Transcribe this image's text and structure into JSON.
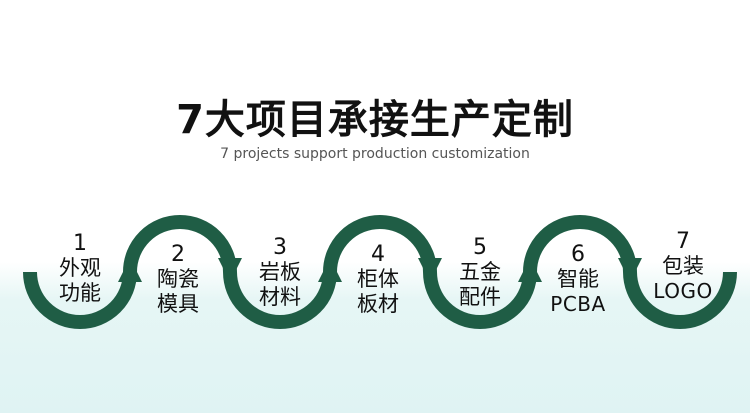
{
  "title": "7大项目承接生产定制",
  "subtitle": "7 projects support production customization",
  "colors": {
    "wave": "#1f5d45",
    "band": "#dff3f3",
    "text": "#111111",
    "subtitle": "#555555"
  },
  "steps": [
    {
      "num": "1",
      "line1": "外观",
      "line2": "功能"
    },
    {
      "num": "2",
      "line1": "陶瓷",
      "line2": "模具"
    },
    {
      "num": "3",
      "line1": "岩板",
      "line2": "材料"
    },
    {
      "num": "4",
      "line1": "柜体",
      "line2": "板材"
    },
    {
      "num": "5",
      "line1": "五金",
      "line2": "配件"
    },
    {
      "num": "6",
      "line1": "智能",
      "line2": "PCBA"
    },
    {
      "num": "7",
      "line1": "包装",
      "line2": "LOGO"
    }
  ]
}
